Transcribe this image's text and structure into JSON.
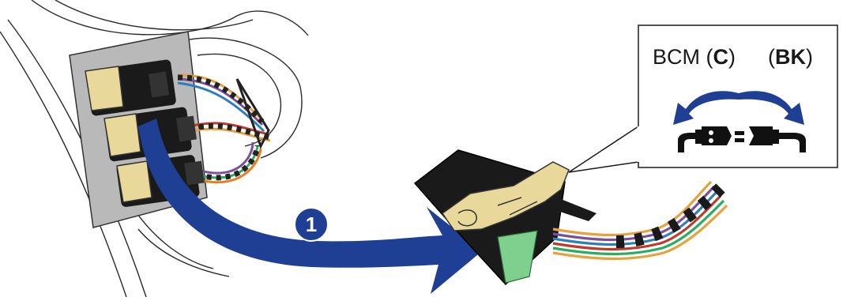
{
  "callout": {
    "module_label": "BCM",
    "module_code": "C",
    "color_code": "BK"
  },
  "steps": [
    {
      "number": "1"
    }
  ],
  "colors": {
    "arrow": "#1e3f94",
    "connector_body": "#1a1a1a",
    "lock_tab": "#e8d89a",
    "terminal_block": "#7fcf8f",
    "bracket": "#b9b9b9"
  },
  "icons": [
    "disconnect-connector-icon",
    "double-curved-arrow-icon",
    "step-number-badge"
  ]
}
